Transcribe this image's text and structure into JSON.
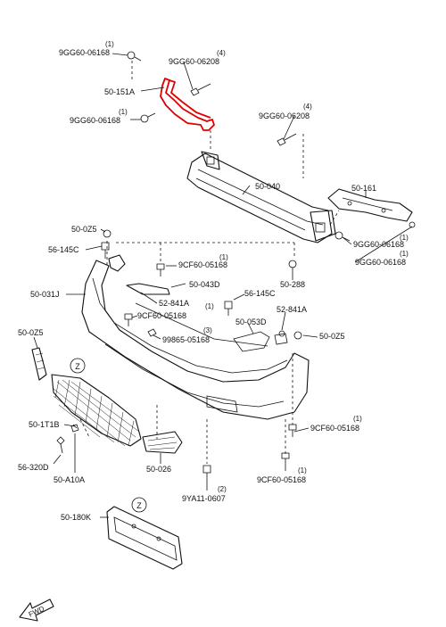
{
  "colors": {
    "line": "#111111",
    "highlight": "#e00000",
    "background": "#ffffff"
  },
  "labels": {
    "p1": {
      "code": "9GG60-06168",
      "qty": "(1)"
    },
    "p2": {
      "code": "9GG60-06208",
      "qty": "(4)"
    },
    "p3": {
      "code": "50-151A"
    },
    "p4": {
      "code": "9GG60-06168",
      "qty": "(1)"
    },
    "p5": {
      "code": "9GG60-06208",
      "qty": "(4)"
    },
    "p6": {
      "code": "50-040"
    },
    "p7": {
      "code": "50-161"
    },
    "p8": {
      "code": "50-0Z5"
    },
    "p9": {
      "code": "56-145C"
    },
    "p10": {
      "code": "9CF60-05168",
      "qty": "(1)"
    },
    "p11": {
      "code": "9GG60-06168",
      "qty": "(1)"
    },
    "p12": {
      "code": "9GG60-06168",
      "qty": "(1)"
    },
    "p13": {
      "code": "50-288"
    },
    "p14": {
      "code": "50-031J"
    },
    "p15": {
      "code": "50-043D"
    },
    "p16": {
      "code": "56-145C"
    },
    "p17": {
      "code": "52-841A"
    },
    "p18": {
      "code": "9CF60-05168",
      "qty": "(1)"
    },
    "p19": {
      "code": "52-841A"
    },
    "p20": {
      "code": "50-053D"
    },
    "p21": {
      "code": "50-0Z5"
    },
    "p22": {
      "code": "50-0Z5"
    },
    "p23": {
      "code": "99865-05168",
      "qty": "(3)"
    },
    "p24": {
      "code": "50-1T1B"
    },
    "p25": {
      "code": "9CF60-05168",
      "qty": "(1)"
    },
    "p26": {
      "code": "56-320D"
    },
    "p27": {
      "code": "50-A10A"
    },
    "p28": {
      "code": "50-026"
    },
    "p29": {
      "code": "9YA11-0607",
      "qty": "(2)"
    },
    "p30": {
      "code": "9CF60-05168",
      "qty": "(1)"
    },
    "p31": {
      "code": "50-180K"
    }
  },
  "callouts": {
    "z1": "Z",
    "z2": "Z"
  },
  "front_arrow": {
    "text": "FWD"
  }
}
